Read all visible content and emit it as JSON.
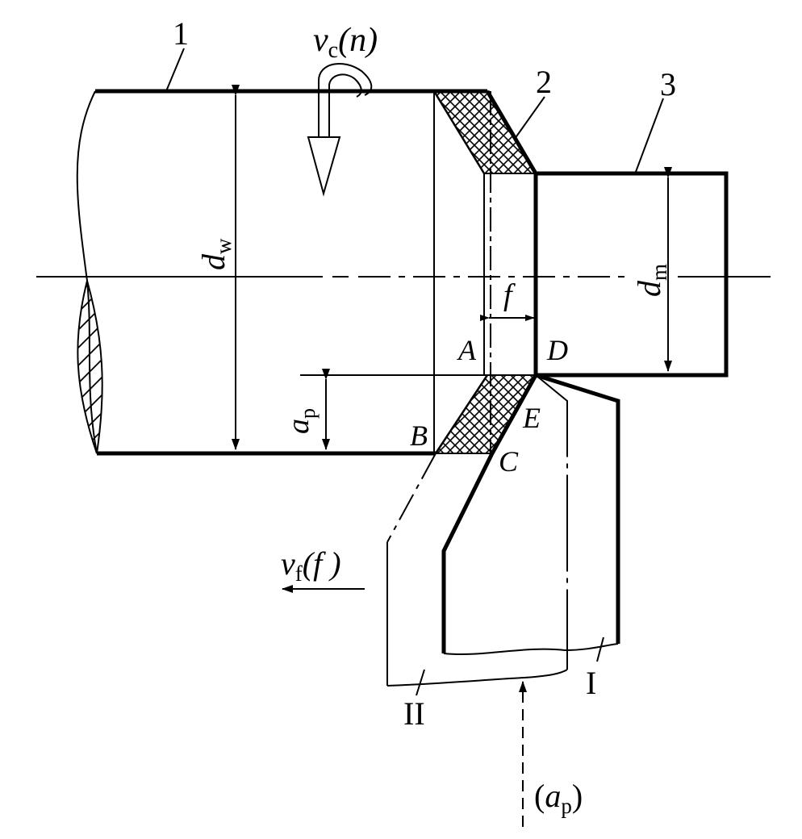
{
  "labels": {
    "part_1": "1",
    "part_2": "2",
    "part_3": "3",
    "vc": {
      "main": "v",
      "sub": "c",
      "rest": "(n)"
    },
    "dw": {
      "main": "d",
      "sub": "w"
    },
    "dm": {
      "main": "d",
      "sub": "m"
    },
    "ap": {
      "main": "a",
      "sub": "p"
    },
    "f": "f",
    "vf": {
      "main": "v",
      "sub": "f",
      "rest": "(f )"
    },
    "point_A": "A",
    "point_B": "B",
    "point_C": "C",
    "point_D": "D",
    "point_E": "E",
    "tool_I": "I",
    "tool_II": "II",
    "ap_bottom": {
      "open": "(",
      "main": "a",
      "sub": "p",
      "close": ")"
    }
  }
}
